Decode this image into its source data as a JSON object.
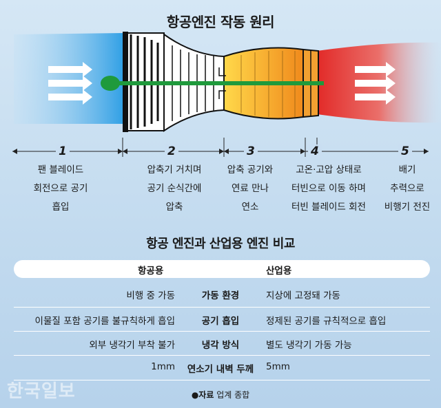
{
  "title": "항공엔진 작동 원리",
  "steps": [
    {
      "num": "1",
      "lines": [
        "팬 블레이드",
        "회전으로 공기",
        "흡입"
      ]
    },
    {
      "num": "2",
      "lines": [
        "압축기 거치며",
        "공기 순식간에",
        "압축"
      ]
    },
    {
      "num": "3",
      "lines": [
        "압축 공기와",
        "연료 만나",
        "연소"
      ]
    },
    {
      "num": "4",
      "lines": [
        "고온·고압 상태로",
        "터빈으로 이동 하며",
        "터빈 블레이드 회전"
      ]
    },
    {
      "num": "5",
      "lines": [
        "배기",
        "추력으로",
        "비행기 전진"
      ]
    }
  ],
  "comparison": {
    "title": "항공 엔진과 산업용 엔진 비교",
    "left_header": "항공용",
    "right_header": "산업용",
    "rows": [
      {
        "aviation": "비행 중 가동",
        "criterion": "가동 환경",
        "industrial": "지상에 고정돼 가동"
      },
      {
        "aviation": "이물질 포함 공기를 불규칙하게 흡입",
        "criterion": "공기 흡입",
        "industrial": "정제된 공기를 규칙적으로 흡입"
      },
      {
        "aviation": "외부 냉각기 부착 불가",
        "criterion": "냉각 방식",
        "industrial": "별도 냉각기 가동 가능"
      },
      {
        "aviation": "1mm",
        "criterion": "연소기 내벽 두께",
        "industrial": "5mm"
      }
    ]
  },
  "source": {
    "label": "●자료",
    "text": " 업계 종합"
  },
  "watermark": "한국일보",
  "colors": {
    "intake_blue": "#3aa6e6",
    "combustion_orange": "#f7a21b",
    "exhaust_red": "#e5433a",
    "shaft_green": "#1f9a3c"
  }
}
